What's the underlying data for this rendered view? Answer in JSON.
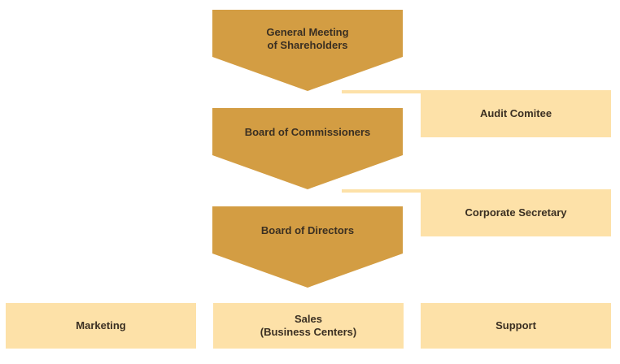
{
  "colors": {
    "chevron_fill": "#d39d43",
    "box_fill": "#fde1a8",
    "text": "#3a2f22"
  },
  "hierarchy": {
    "general_meeting": "General Meeting\nof Shareholders",
    "board_of_commissioners": "Board of Commissioners",
    "board_of_directors": "Board of Directors"
  },
  "side_units": {
    "audit_committee": "Audit Comitee",
    "corporate_secretary": "Corporate Secretary"
  },
  "departments": {
    "marketing": "Marketing",
    "sales": "Sales\n(Business Centers)",
    "support": "Support"
  }
}
